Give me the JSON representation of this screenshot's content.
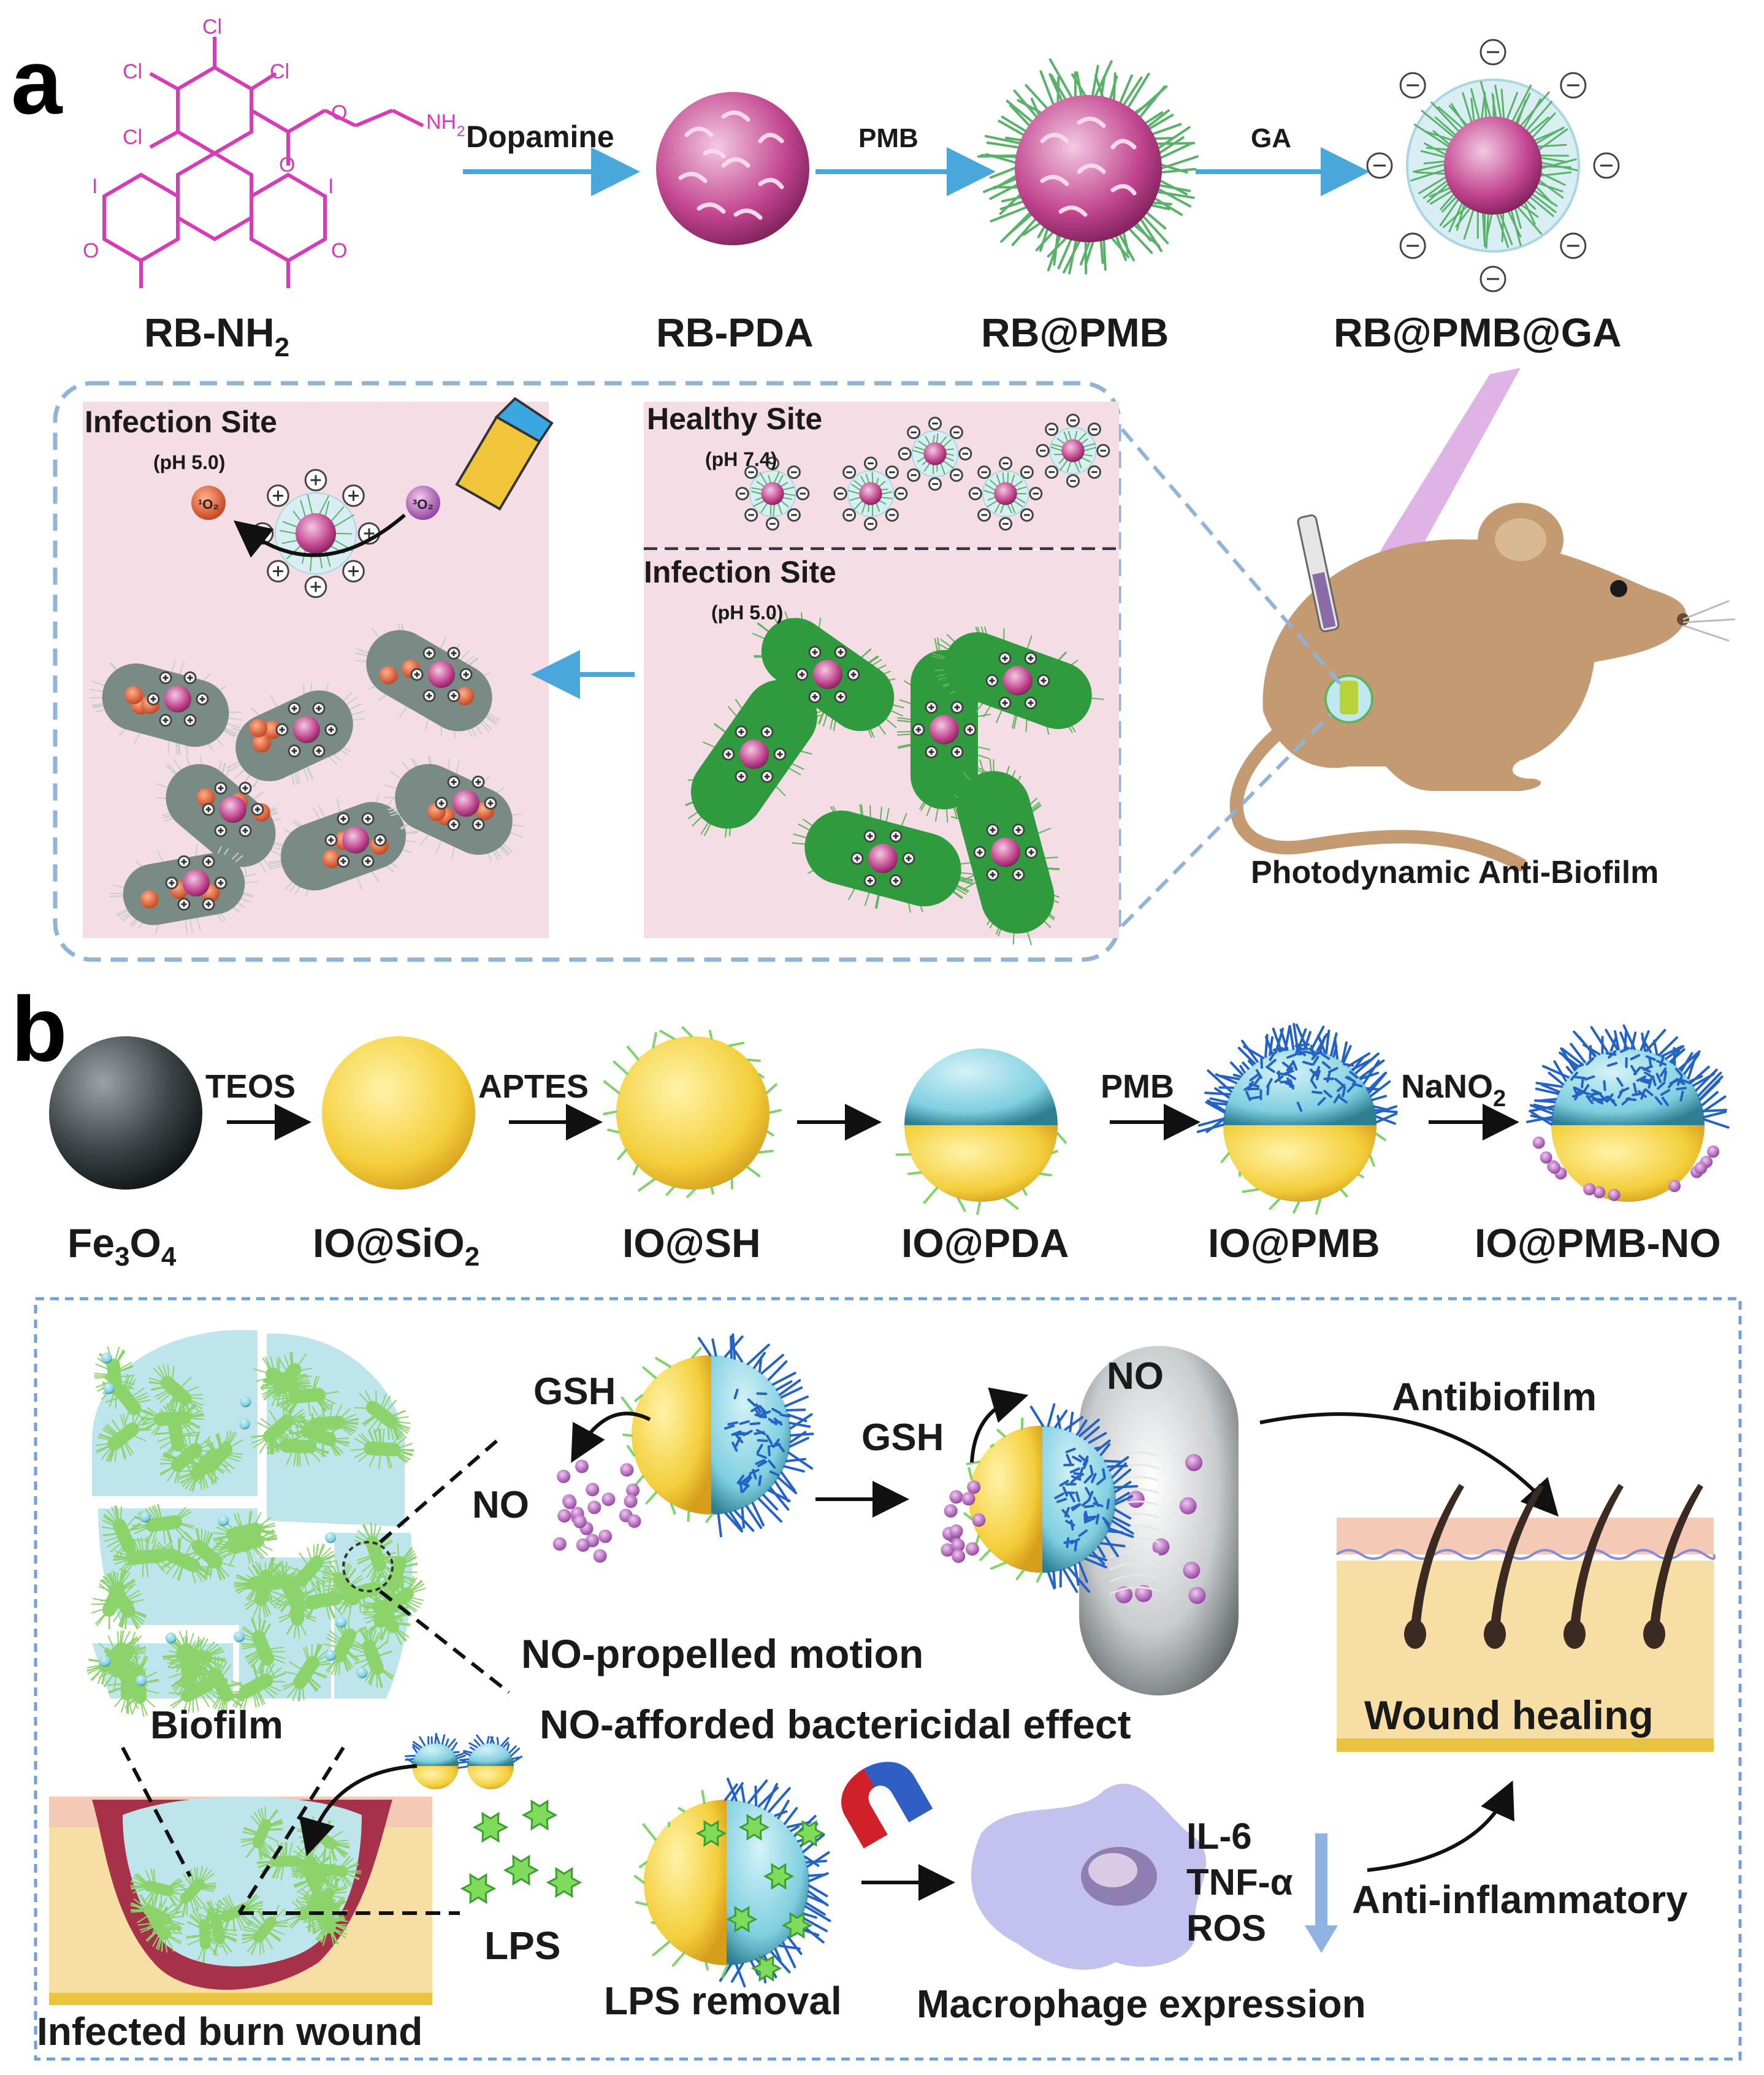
{
  "panel_a": {
    "letter": "a",
    "molecule": {
      "atoms": [
        "Cl",
        "Cl",
        "Cl",
        "Cl",
        "I",
        "I",
        "O",
        "O",
        "O",
        "O",
        "NH",
        "2"
      ]
    },
    "steps": [
      "Dopamine",
      "PMB",
      "GA"
    ],
    "products": [
      "RB-NH",
      "2",
      "RB-PDA",
      "RB@PMB",
      "RB@PMB@GA"
    ],
    "infection_left": {
      "title": "Infection Site",
      "ph": "(pH 5.0)",
      "o1": "¹O₂",
      "o3": "³O₂"
    },
    "healthy": {
      "title": "Healthy Site",
      "ph": "(pH 7.4)"
    },
    "infection_right": {
      "title": "Infection Site",
      "ph": "(pH 5.0)"
    },
    "mouse_caption": "Photodynamic Anti-Biofilm"
  },
  "panel_b": {
    "letter": "b",
    "steps": [
      "TEOS",
      "APTES",
      "",
      "PMB",
      "NaNO",
      "2"
    ],
    "products": [
      {
        "main": "Fe",
        "sub": "3",
        "main2": "O",
        "sub2": "4"
      },
      {
        "main": "IO@SiO",
        "sub": "2"
      },
      {
        "main": "IO@SH"
      },
      {
        "main": "IO@PDA"
      },
      {
        "main": "IO@PMB"
      },
      {
        "main": "IO@PMB-NO"
      }
    ],
    "labels": {
      "gsh1": "GSH",
      "no1": "NO",
      "gsh2": "GSH",
      "no2": "NO",
      "antibiofilm": "Antibiofilm",
      "motion": "NO-propelled motion",
      "bactericidal": "NO-afforded bactericidal effect",
      "biofilm": "Biofilm",
      "wound_healing": "Wound healing",
      "lps": "LPS",
      "lps_removal": "LPS removal",
      "il6": "IL-6",
      "tnf": "TNF-α",
      "ros": "ROS",
      "anti_inflammatory": "Anti-inflammatory",
      "burn": "Infected burn wound",
      "macrophage": "Macrophage expression"
    }
  },
  "colors": {
    "arrow_blue": "#4aa7dc",
    "dash_blue": "#8fb3d9",
    "infection_bg": "#f5dde6",
    "pdа_pink": "#c2458f",
    "ligand_green": "#5fb35c",
    "bacteria_green": "#2f9a3e",
    "bacteria_gray": "#6f7f78",
    "silica_yellow": "#f4cf3c",
    "pda_cyan": "#7fcfe0",
    "pmb_blue": "#2463c6",
    "skin_tan": "#f4dca4",
    "wound_red": "#a8314a",
    "macrophage": "#c3c2ee",
    "mouse_tan": "#c49a72"
  }
}
